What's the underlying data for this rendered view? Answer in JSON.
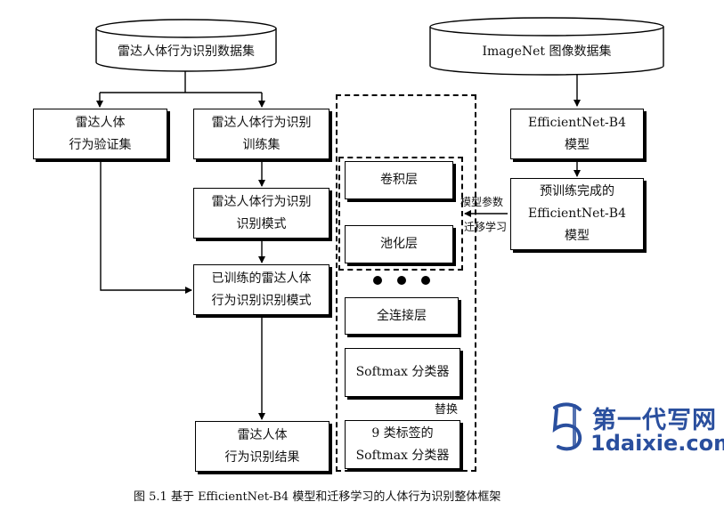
{
  "datasets": {
    "radar": "雷达人体行为识别数据集",
    "imagenet": "ImageNet 图像数据集"
  },
  "left_branch": {
    "validation": [
      "雷达人体",
      "行为验证集"
    ],
    "training": [
      "雷达人体行为识别",
      "训练集"
    ],
    "model": [
      "雷达人体行为识别",
      "识别模式"
    ],
    "trained": [
      "已训练的雷达人体",
      "行为识别识别模式"
    ],
    "result": [
      "雷达人体",
      "行为识别结果"
    ]
  },
  "right_branch": {
    "effnet": [
      "EfficientNet-B4",
      "模型"
    ],
    "pretrained": [
      "预训练完成的",
      "EfficientNet-B4",
      "模型"
    ]
  },
  "layers": {
    "conv": "卷积层",
    "pool": "池化层",
    "fc": "全连接层",
    "softmax": "Softmax 分类器",
    "new_softmax": [
      "9 类标签的",
      "Softmax 分类器"
    ]
  },
  "labels": {
    "transfer": [
      "模型参数",
      "迁移学习"
    ],
    "replace": "替换"
  },
  "caption": "图 5.1    基于 EfficientNet-B4 模型和迁移学习的人体行为识别整体框架",
  "watermark": {
    "brand": "第一代写网",
    "domain": "1daixie.com",
    "color": "#2a4f9e"
  }
}
